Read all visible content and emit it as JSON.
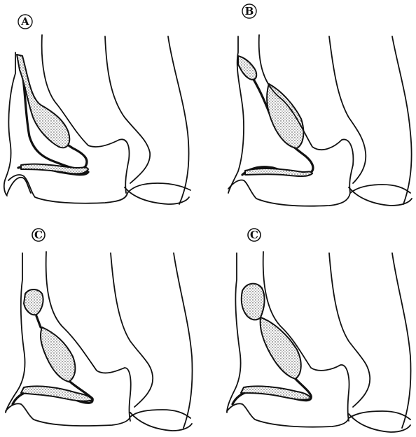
{
  "figure": {
    "panels": [
      {
        "label": "A"
      },
      {
        "label": "B"
      },
      {
        "label": "C"
      },
      {
        "label": "C"
      }
    ]
  }
}
